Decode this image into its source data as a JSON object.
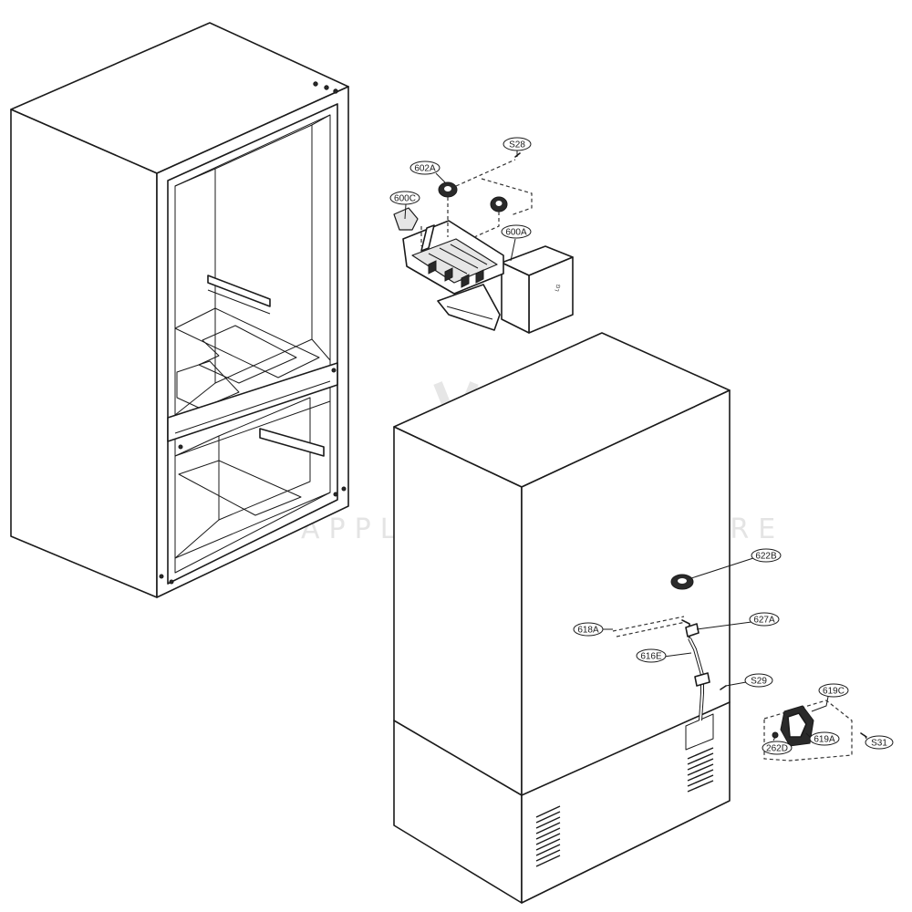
{
  "callouts": {
    "s28": "S28",
    "p602a": "602A",
    "p600c": "600C",
    "p600a": "600A",
    "p622b": "622B",
    "p618a": "618A",
    "p627a": "627A",
    "p616e": "616E",
    "s29": "S29",
    "p619c": "619C",
    "p619a": "619A",
    "s31": "S31",
    "p262d": "262D"
  },
  "watermark": {
    "text": "APPLIANCEADVENTURE"
  },
  "colors": {
    "line": "#1a1a1a",
    "background": "#ffffff",
    "watermark": "#e4e4e4"
  }
}
